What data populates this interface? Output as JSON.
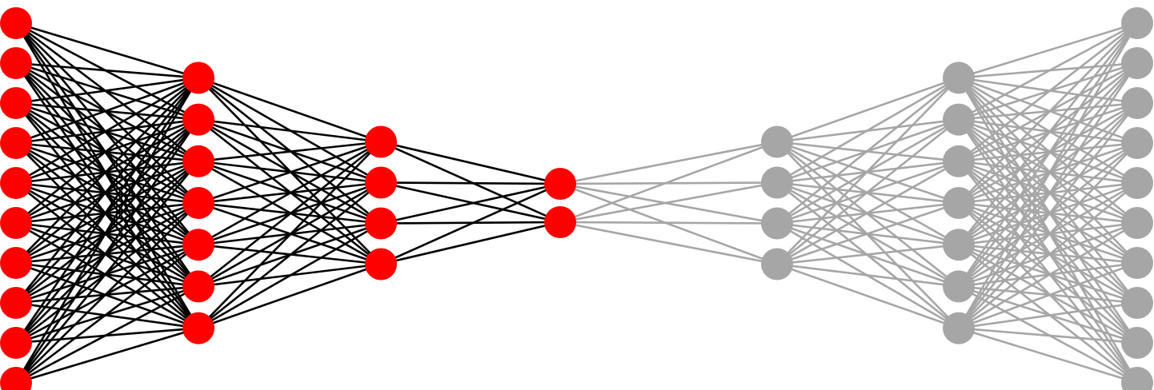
{
  "diagram": {
    "type": "autoencoder-network",
    "layers": [
      {
        "nodes": 10,
        "part": "encoder"
      },
      {
        "nodes": 7,
        "part": "encoder"
      },
      {
        "nodes": 4,
        "part": "encoder"
      },
      {
        "nodes": 2,
        "part": "encoder"
      },
      {
        "nodes": 4,
        "part": "decoder"
      },
      {
        "nodes": 7,
        "part": "decoder"
      },
      {
        "nodes": 10,
        "part": "decoder"
      }
    ],
    "colors": {
      "encoder_node": "#ff0000",
      "encoder_edge": "#000000",
      "decoder_node": "#a6a6a6",
      "decoder_edge": "#a6a6a6",
      "background": "#ffffff"
    },
    "connectivity": "fully-connected"
  }
}
